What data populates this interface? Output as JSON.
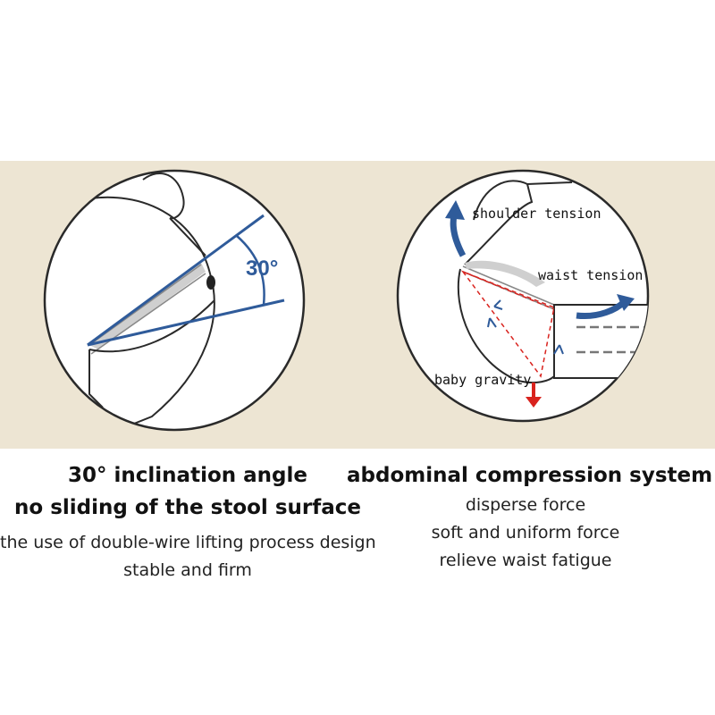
{
  "left_panel": {
    "angle_label": "30°",
    "headline_1": "30° inclination angle",
    "headline_2": "no sliding of the stool surface",
    "sub_1": "the use of double-wire lifting process design",
    "sub_2": "stable and firm"
  },
  "right_panel": {
    "shoulder_label": "shoulder tension",
    "waist_label": "waist tension",
    "gravity_label": "baby gravity",
    "headline_1": "abdominal compression system",
    "sub_1": "disperse force",
    "sub_2": "soft and uniform force",
    "sub_3": "relieve waist fatigue"
  },
  "colors": {
    "background_band": "#ede5d3",
    "accent_blue": "#2f5b9a",
    "force_red": "#d9231e",
    "outline": "#2a2a2a"
  }
}
